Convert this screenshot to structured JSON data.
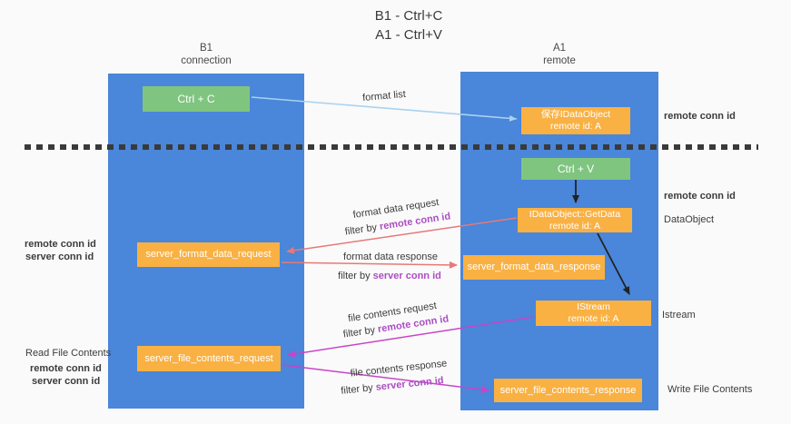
{
  "title": {
    "line1": "B1 - Ctrl+C",
    "line2": "A1 - Ctrl+V"
  },
  "columns": {
    "left": {
      "name": "B1",
      "role": "connection"
    },
    "right": {
      "name": "A1",
      "role": "remote"
    }
  },
  "nodes": {
    "ctrl_c": "Ctrl + C",
    "save_idataobject": {
      "line1": "保存IDataObject",
      "line2": "remote id: A"
    },
    "ctrl_v": "Ctrl + V",
    "getdata": {
      "line1": "IDataObject::GetData",
      "line2": "remote id: A"
    },
    "format_request": "server_format_data_request",
    "format_response": "server_format_data_response",
    "istream": {
      "line1": "IStream",
      "line2": "remote id: A"
    },
    "file_request": "server_file_contents_request",
    "file_response": "server_file_contents_response"
  },
  "edge_labels": {
    "format_list": "format list",
    "format_data_request": "format data request",
    "format_data_response": "format data response",
    "file_contents_request": "file contents request",
    "file_contents_response": "file contents response",
    "filter_prefix": "filter by ",
    "remote_conn_id": "remote conn id",
    "server_conn_id": "server conn id"
  },
  "left_margin": {
    "remote_conn_id_1": "remote conn id",
    "server_conn_id_1": "server conn id",
    "read_file_contents": "Read File Contents",
    "remote_conn_id_2": "remote conn id",
    "server_conn_id_2": "server conn id"
  },
  "right_margin": {
    "remote_conn_id_1": "remote conn id",
    "remote_conn_id_2": "remote conn id",
    "dataobject": "DataObject",
    "istream": "Istream",
    "write_file_contents": "Write File Contents"
  },
  "colors": {
    "lifeline_blue": "#4a86d9",
    "box_orange": "#f9b143",
    "box_green": "#7fc57f",
    "purple_text": "#ab4ec4",
    "green_text": "#4caf50",
    "arrow_red": "#e87878",
    "arrow_magenta": "#c844c8",
    "arrow_light_blue": "#a9d2ef",
    "arrow_black": "#222222",
    "dash_line": "#3a3a3a"
  }
}
